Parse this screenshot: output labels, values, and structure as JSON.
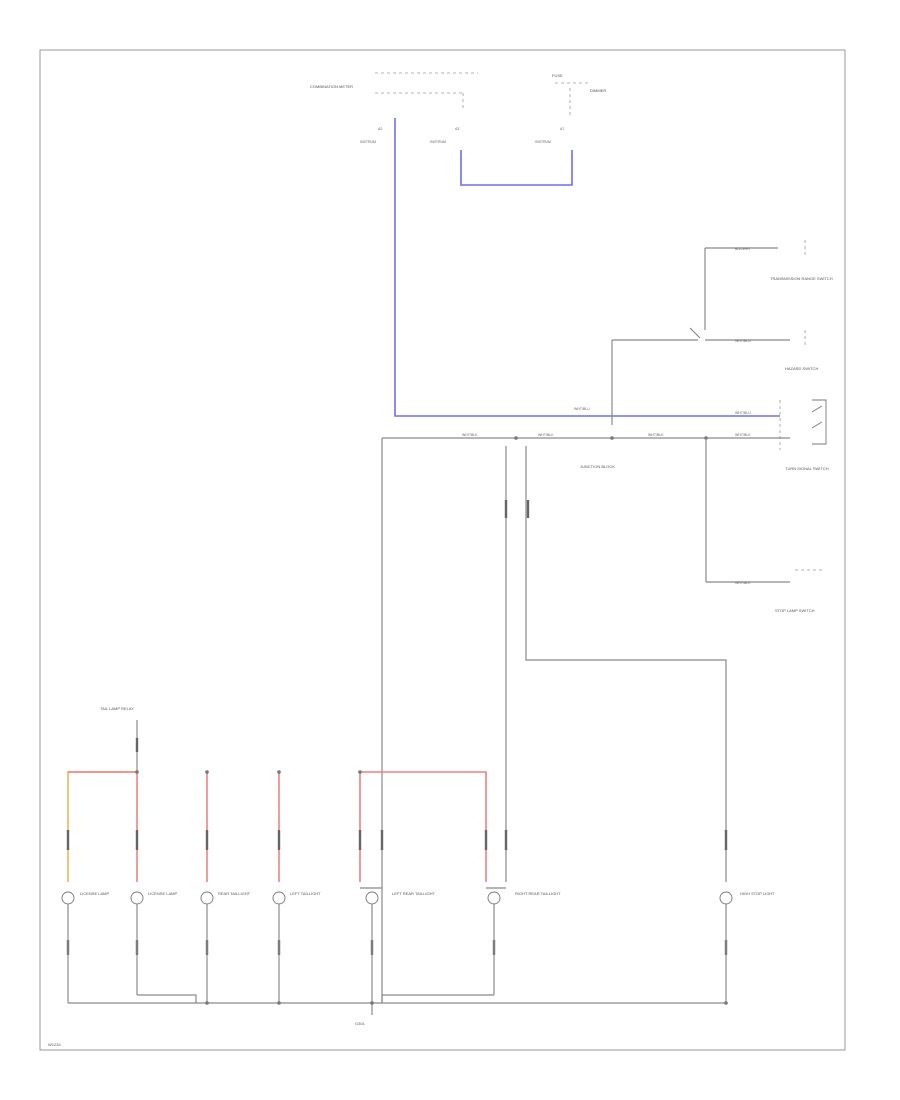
{
  "labels": {
    "top_left_module": "COMBINATION METER",
    "top_fuse": "FUSE",
    "top_right_module": "DIMMER",
    "trans_range": "TRANSMISSION RANGE SWITCH",
    "hazard_switch": "HAZARD SWITCH",
    "turn_switch": "TURN SIGNAL SWITCH",
    "center_junction": "JUNCTION BLOCK",
    "stop_switch": "STOP LAMP SWITCH",
    "tail_switch": "TAIL LAMP RELAY",
    "lamp1": "LICENSE LAMP",
    "lamp2": "LICENSE LAMP",
    "lamp3": "REAR TAILLIGHT",
    "lamp4": "LEFT TAILLIGHT",
    "lamp5": "LEFT REAR TAILLIGHT",
    "lamp6": "RIGHT REAR TAILLIGHT",
    "lamp7": "HIGH STOP LIGHT",
    "ground": "G301",
    "corner_code": "W1234"
  },
  "colors": {
    "wire_blue": "#6e6ef0",
    "wire_red": "#f08080",
    "wire_orange": "#f2b35a",
    "wire_gray": "#8a8a8a"
  }
}
